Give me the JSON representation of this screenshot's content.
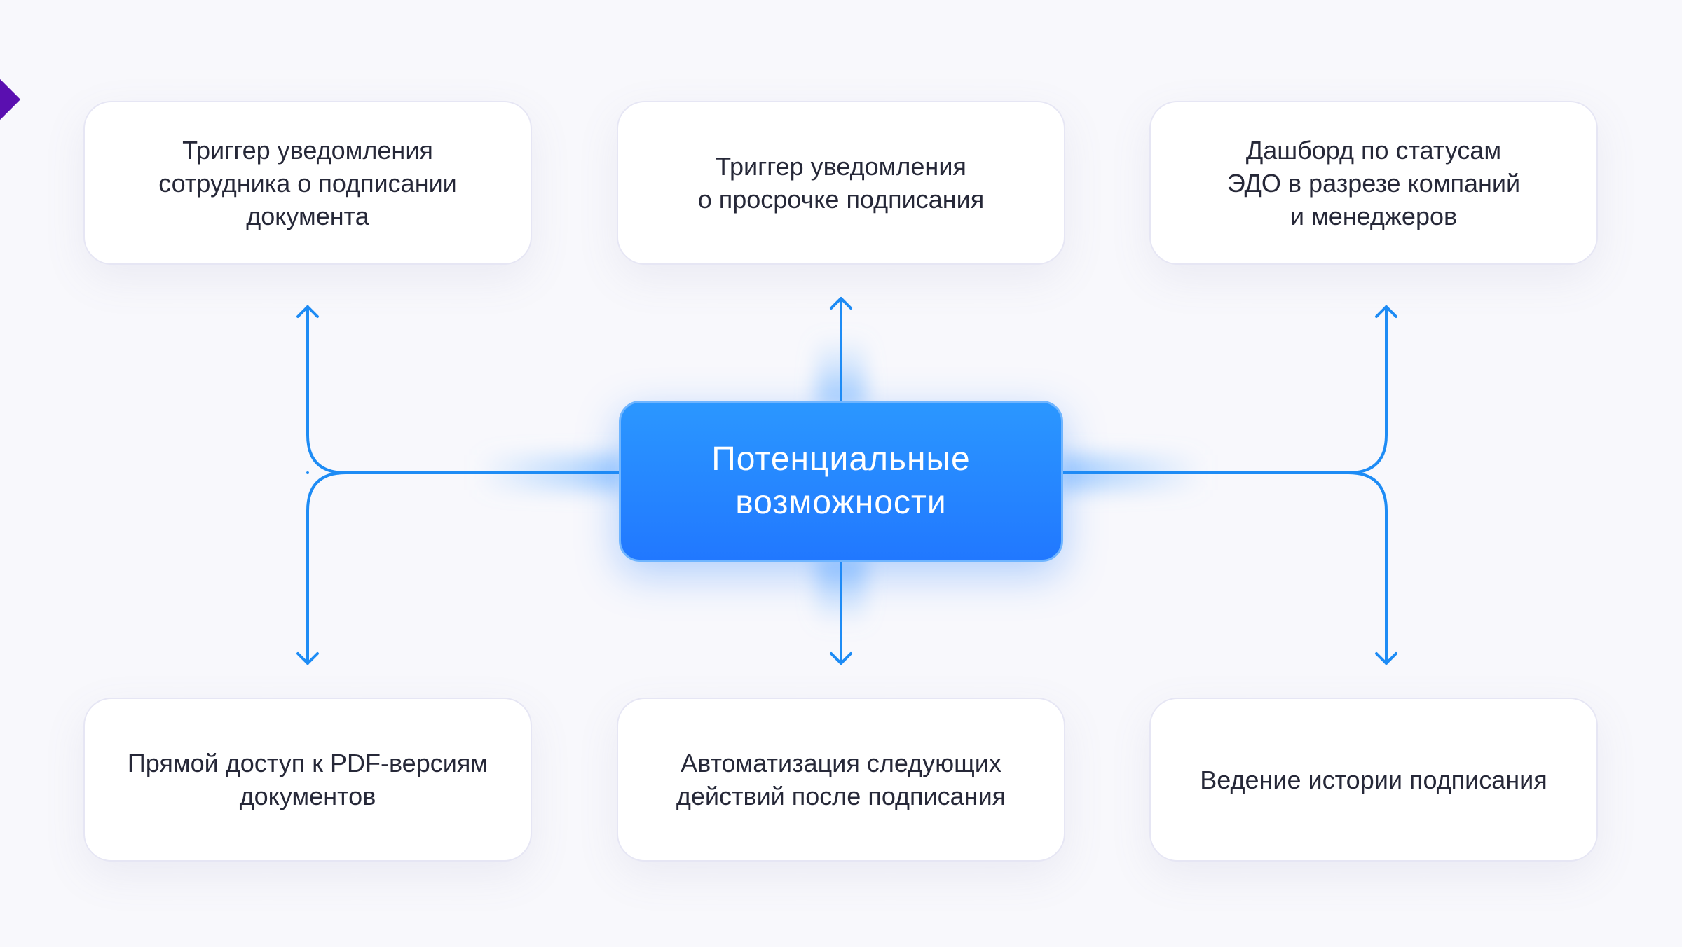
{
  "center": {
    "label": "Потенциальные\nвозможности"
  },
  "cards": {
    "top_left": "Триггер уведомления\nсотрудника о подписании\nдокумента",
    "top_middle": "Триггер уведомления\nо просрочке подписания",
    "top_right": "Дашборд по статусам\nЭДО в разрезе компаний\nи менеджеров",
    "bottom_left": "Прямой доступ к PDF-версиям\nдокументов",
    "bottom_middle": "Автоматизация следующих\nдействий после подписания",
    "bottom_right": "Ведение истории подписания"
  },
  "colors": {
    "accent": "#2189ff",
    "connector": "#1e8cf5",
    "marker": "#5a0fb0",
    "text": "#262838"
  }
}
